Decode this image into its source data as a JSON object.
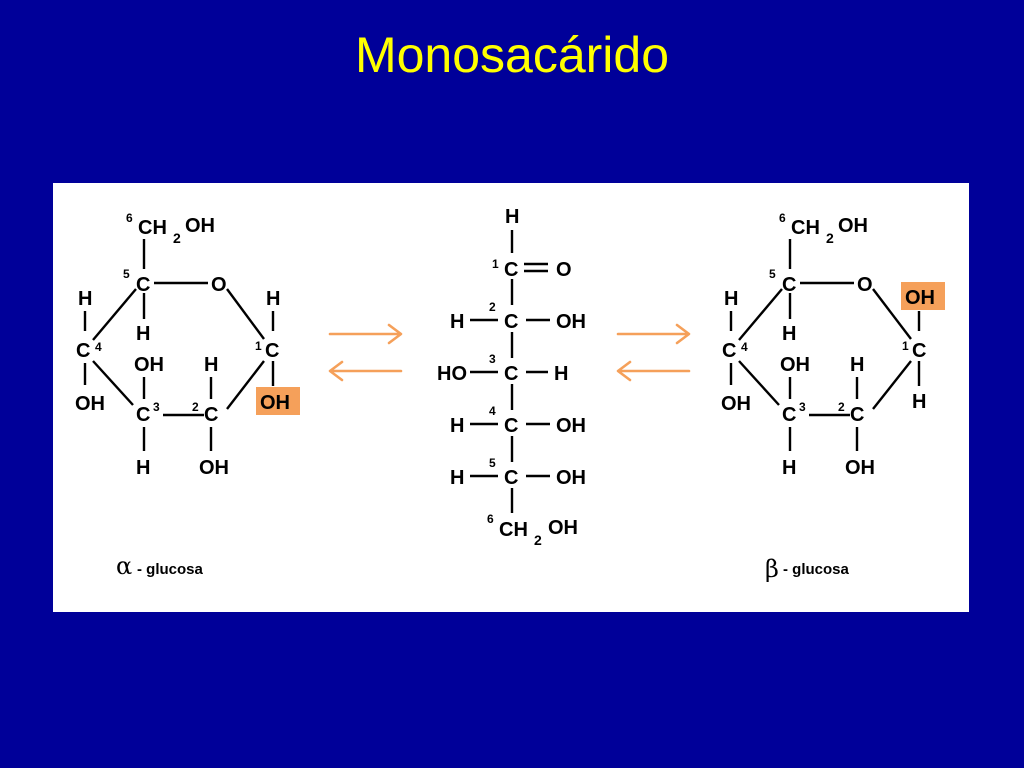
{
  "title": "Monosacárido",
  "highlight_color": "#f5a05a",
  "arrow_color": "#f5a05a",
  "background_color": "#000099",
  "title_color": "#ffff00",
  "alpha": {
    "greek": "α",
    "word": "- glucosa",
    "highlight_label": "OH"
  },
  "beta": {
    "greek": "β",
    "word": "- glucosa",
    "highlight_label": "OH"
  },
  "atoms": {
    "C": "C",
    "O": "O",
    "H": "H",
    "OH": "OH",
    "HO": "HO",
    "CH": "CH",
    "two": "2",
    "n1": "1",
    "n2": "2",
    "n3": "3",
    "n4": "4",
    "n5": "5",
    "n6": "6"
  }
}
